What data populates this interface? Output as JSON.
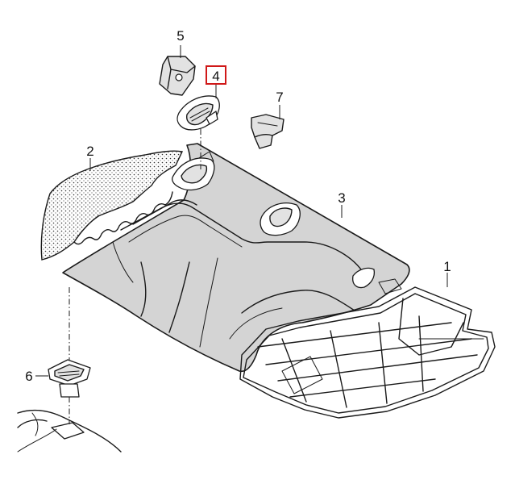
{
  "callouts": [
    {
      "id": "part-1",
      "label": "1"
    },
    {
      "id": "part-2",
      "label": "2"
    },
    {
      "id": "part-3",
      "label": "3"
    },
    {
      "id": "part-4",
      "label": "4",
      "highlighted": true
    },
    {
      "id": "part-5",
      "label": "5"
    },
    {
      "id": "part-6",
      "label": "6"
    },
    {
      "id": "part-7",
      "label": "7"
    }
  ],
  "colors": {
    "highlight": "#d01818",
    "line": "#1a1a1a",
    "part_fill": "#e2e2e2",
    "cushion_fill": "#d4d4d4"
  }
}
